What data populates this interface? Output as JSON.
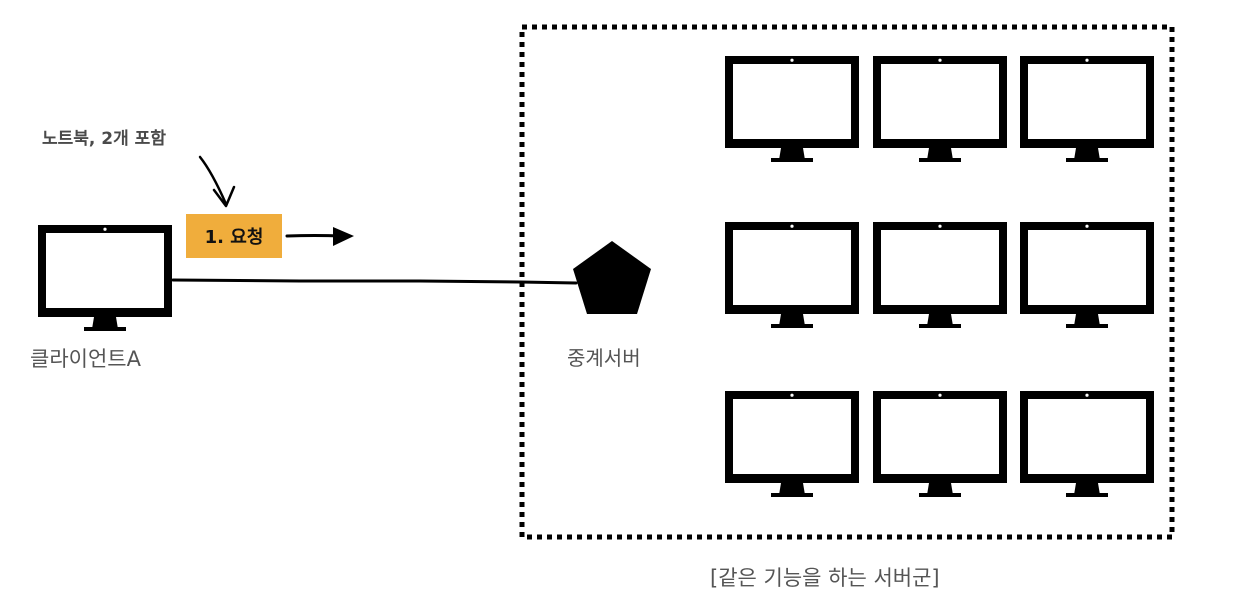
{
  "note": {
    "text": "노트북, 2개 포함"
  },
  "request": {
    "text": "1. 요청"
  },
  "client": {
    "label": "클라이언트A"
  },
  "relay": {
    "label": "중계서버"
  },
  "server_group": {
    "label": "[같은 기능을 하는 서버군]",
    "server_count": 9
  },
  "colors": {
    "badge": "#f0ad3c",
    "ink": "#000000",
    "text": "#555555",
    "note_text": "#4a4a4a"
  },
  "icons": {
    "client": "monitor-icon",
    "relay": "pentagon-icon",
    "server": "monitor-icon"
  }
}
